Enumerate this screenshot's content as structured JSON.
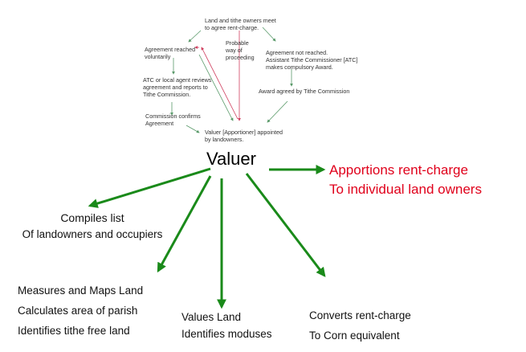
{
  "diagram": {
    "top_flow": {
      "start": [
        "Land and tithe owners meet",
        "to agree rent-charge."
      ],
      "voluntary": [
        "Agreement reached",
        "voluntarily"
      ],
      "probable": [
        "Probable",
        "way of",
        "proceeding"
      ],
      "not_reached": [
        "Agreement not reached.",
        "Assistant Tithe Commissioner [ATC]",
        "makes compulsory Award."
      ],
      "atc_review": [
        "ATC or local agent reviews",
        "agreement and reports to",
        "Tithe Commission."
      ],
      "award_agreed": "Award agreed by Tithe Commission",
      "commission_confirms": [
        "Commission confirms",
        "Agreement"
      ],
      "valuer_appointed": [
        "Valuer [Apportioner] appointed",
        "by landowners."
      ]
    },
    "central": "Valuer",
    "apportions": [
      "Apportions rent-charge",
      "To individual land owners"
    ],
    "compiles": [
      "Compiles list",
      "Of landowners and occupiers"
    ],
    "measures": [
      "Measures and Maps Land",
      "Calculates area of parish",
      "Identifies tithe free land"
    ],
    "values": [
      "Values Land",
      "Identifies moduses"
    ],
    "converts": [
      "Converts rent-charge",
      "To Corn equivalent"
    ]
  },
  "colors": {
    "arrow_green": "#1a8a1a",
    "thin_green": "#5a9a6a",
    "thin_red": "#d04060",
    "highlight_red": "#e0001b"
  }
}
